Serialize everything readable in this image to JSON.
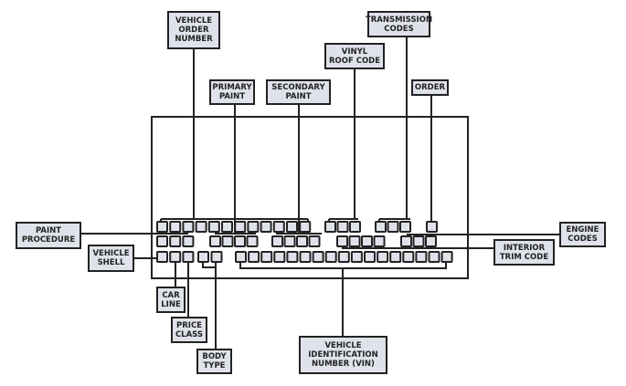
{
  "labels": {
    "vehicle_order_number": [
      "VEHICLE",
      "ORDER",
      "NUMBER"
    ],
    "primary_paint": [
      "PRIMARY",
      "PAINT"
    ],
    "secondary_paint": [
      "SECONDARY",
      "PAINT"
    ],
    "vinyl_roof_code": [
      "VINYL",
      "ROOF CODE"
    ],
    "transmission_codes": [
      "TRANSMISSION",
      "CODES"
    ],
    "order": [
      "ORDER"
    ],
    "paint_procedure": [
      "PAINT",
      "PROCEDURE"
    ],
    "vehicle_shell": [
      "VEHICLE",
      "SHELL"
    ],
    "car_line": [
      "CAR",
      "LINE"
    ],
    "price_class": [
      "PRICE",
      "CLASS"
    ],
    "body_type": [
      "BODY",
      "TYPE"
    ],
    "vin": [
      "VEHICLE",
      "IDENTIFICATION",
      "NUMBER (VIN)"
    ],
    "engine_codes": [
      "ENGINE",
      "CODES"
    ],
    "interior_trim_code": [
      "INTERIOR",
      "TRIM CODE"
    ]
  },
  "colors": {
    "line": "#222222",
    "box_fill": "#dfe2ea"
  }
}
